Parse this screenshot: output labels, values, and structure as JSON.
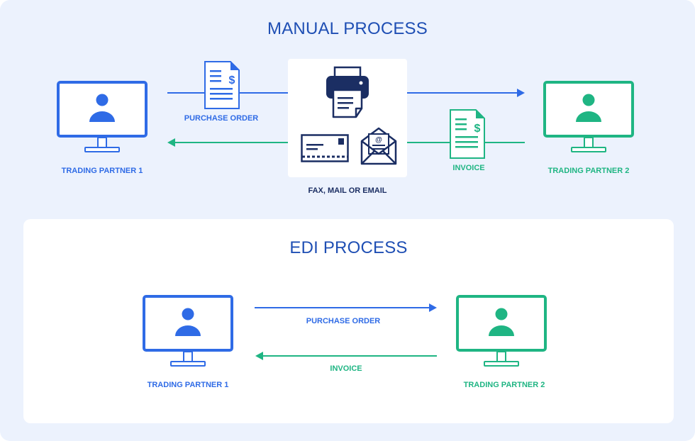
{
  "manual": {
    "title": "MANUAL PROCESS",
    "partner1": "TRADING PARTNER 1",
    "partner2": "TRADING PARTNER 2",
    "purchase_order": "PURCHASE ORDER",
    "invoice": "INVOICE",
    "hub_label": "FAX, MAIL OR EMAIL"
  },
  "edi": {
    "title": "EDI PROCESS",
    "partner1": "TRADING PARTNER 1",
    "partner2": "TRADING PARTNER 2",
    "purchase_order": "PURCHASE ORDER",
    "invoice": "INVOICE"
  },
  "colors": {
    "blue": "#2f6be6",
    "green": "#1fb583",
    "navy": "#1b2e63",
    "background": "#ecf2fd"
  },
  "icons": [
    "monitor-user-icon",
    "document-dollar-icon",
    "printer-icon",
    "envelope-icon",
    "email-icon"
  ]
}
